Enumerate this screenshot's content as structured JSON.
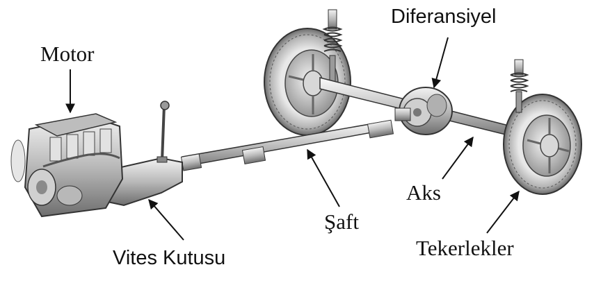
{
  "labels": {
    "motor": "Motor",
    "vites_kutusu": "Vites Kutusu",
    "saft": "Şaft",
    "diferansiyel": "Diferansiyel",
    "aks": "Aks",
    "tekerlekler": "Tekerlekler"
  },
  "icons": [
    "engine-icon",
    "gearbox-icon",
    "driveshaft-icon",
    "differential-icon",
    "axle-icon",
    "wheel-icon",
    "shock-absorber-icon"
  ],
  "colors": {
    "ink": "#111111",
    "metal_dark": "#3a3a3a",
    "metal_mid": "#8c8c8c",
    "metal_light": "#d6d6d6"
  }
}
